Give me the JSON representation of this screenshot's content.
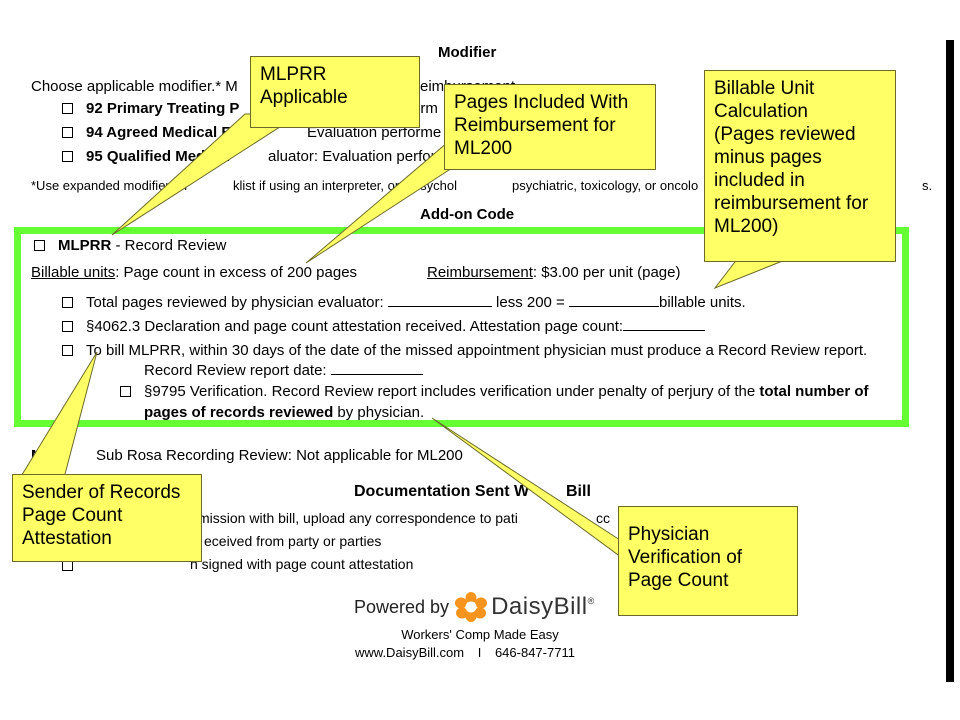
{
  "modifier": {
    "heading": "Modifier",
    "choose_a": "Choose applicable modifier.* M",
    "choose_b": "eimbursement",
    "item92_bold": "92 Primary Treating P",
    "item92_rest": "orm",
    "item94_bold": "94 Agreed Medical Evalu",
    "item94_rest": "Evaluation performe",
    "item95_bold": "95 Qualified Medical",
    "item95_rest": "aluator: Evaluation perform",
    "footnote_a": "*Use expanded modifier ch",
    "footnote_b": "klist if using an interpreter, or if psychol",
    "footnote_c": "psychiatric, toxicology, or oncolo",
    "footnote_d": "s."
  },
  "addon": {
    "heading": "Add-on Code",
    "mlprr_bold": "MLPRR",
    "mlprr_rest": " - Record Review",
    "billable_label": "Billable units",
    "billable_text": ": Page count in excess of 200 pages",
    "reimb_label": "Reimbursement",
    "reimb_text": ": $3.00 per unit (page)",
    "total_pages_a": "Total pages reviewed by physician evaluator:",
    "total_pages_b": "less 200 =",
    "total_pages_c": "billable units.",
    "decl": "§4062.3 Declaration and page count attestation received. Attestation page count:",
    "bill_a": "T",
    "bill_b": "o bill MLPRR, within 30 days of the date of the missed appointment physician must produce a Record Review report.",
    "report_date": "Record Review report date:",
    "verif_a": "§9795 Verification. Record Review report includes verification under penalty of perjury of the ",
    "verif_bold_1": "total number of",
    "verif_bold_2": "pages of records reviewed",
    "verif_c": " by physician."
  },
  "sub_rosa": {
    "label_bold": "ML",
    "text": "Sub Rosa Recording Review: Not applicable for ML200"
  },
  "documentation": {
    "heading_a": "Documentation Sent W",
    "heading_b": "Bill",
    "line1_a": "mission with bill, upload any correspondence to pati",
    "line1_b": "cc",
    "line2": "eceived from party or parties",
    "line3": "n signed with page count attestation"
  },
  "footer": {
    "powered_by": "Powered by",
    "brand": "DaisyBill",
    "reg": "®",
    "tagline": "Workers' Comp Made Easy",
    "url": "www.DaisyBill.com",
    "sep": "I",
    "phone": "646-847-7711"
  },
  "callouts": {
    "mlprr": [
      "MLPRR",
      "Applicable"
    ],
    "pages_included": [
      "Pages Included With",
      "Reimbursement for",
      "ML200"
    ],
    "billable_calc": [
      "Billable Unit",
      "Calculation",
      "(Pages reviewed",
      "minus pages",
      "included in",
      "reimbursement for",
      "ML200)"
    ],
    "sender": [
      "Sender of Records",
      "Page Count",
      "Attestation"
    ],
    "physician": [
      "Physician",
      "Verification of",
      "Page Count"
    ]
  },
  "colors": {
    "highlight_border": "#66ff33",
    "callout_fill": "#ffff66",
    "daisy_orange": "#f7941d"
  }
}
